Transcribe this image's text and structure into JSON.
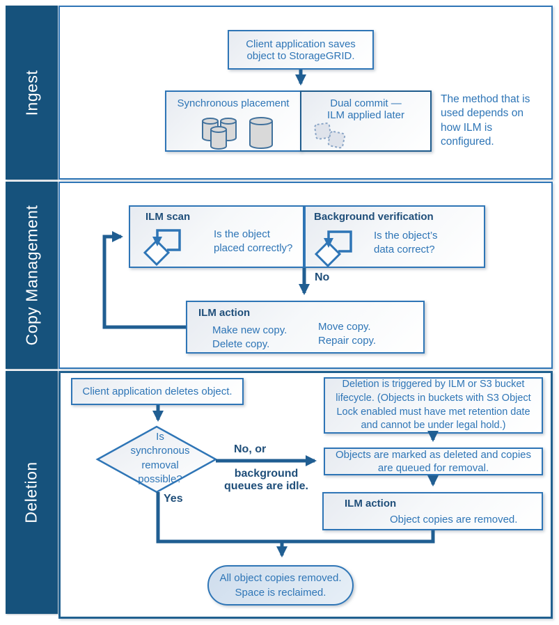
{
  "diagram_title": "StorageGRID object lifecycle flow",
  "colors": {
    "lane_band": "#16527C",
    "box_border": "#2E75B6",
    "dark_border": "#1F5C8D",
    "connector": "#205E92",
    "title_text": "#1F4E79",
    "body_text": "#2E75B6",
    "stadium_fill": "#dbe6f2"
  },
  "sidebar": {
    "ingest": "Ingest",
    "copy": "Copy Management",
    "deletion": "Deletion"
  },
  "ingest": {
    "client_saves": "Client application saves\nobject to StorageGRID.",
    "sync_placement": "Synchronous placement",
    "dual_commit": "Dual commit —\nILM applied later",
    "method_note": "The method that is\nused depends on\nhow ILM is\nconfigured."
  },
  "copy": {
    "ilm_scan_title": "ILM scan",
    "ilm_scan_question": "Is the object\nplaced correctly?",
    "bg_title": "Background verification",
    "bg_question": "Is the object’s\ndata correct?",
    "no_label": "No",
    "ilm_action_title": "ILM action",
    "ilm_action_col1": "Make new copy.\nDelete copy.",
    "ilm_action_col2": "Move copy.\nRepair copy."
  },
  "deletion": {
    "client_deletes": "Client application deletes object.",
    "decision": "Is\nsynchronous\nremoval\npossible?",
    "no_label": "No, or",
    "no_sublabel": "background\nqueues are idle.",
    "yes_label": "Yes",
    "trigger_note": "Deletion is triggered by ILM or  S3 bucket\nlifecycle. (Objects in buckets with S3 Object\nLock enabled must have met retention date\nand cannot be under legal hold.)",
    "marked": "Objects are marked as deleted and copies\nare queued for removal.",
    "ilm_action_title": "ILM action",
    "ilm_action_text": "Object copies are removed.",
    "result": "All object copies removed.\nSpace is reclaimed."
  }
}
